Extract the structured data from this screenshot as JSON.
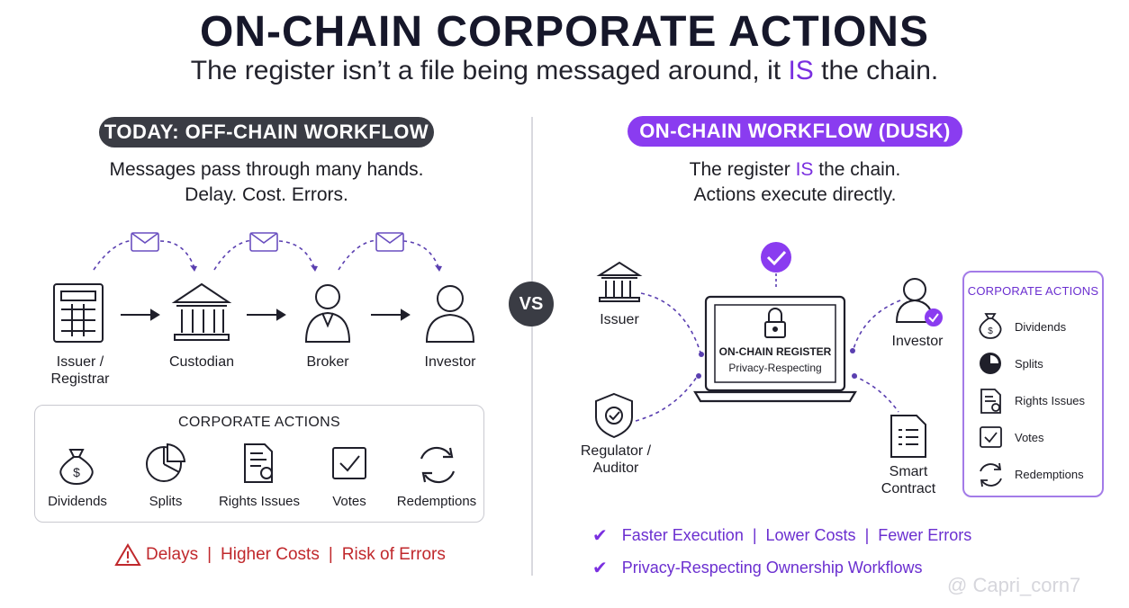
{
  "title": "ON-CHAIN CORPORATE ACTIONS",
  "subtitle": {
    "before": "The register isn’t a file being messaged around, it ",
    "emph": "IS",
    "after": " the chain."
  },
  "left": {
    "pill": "TODAY: OFF-CHAIN WORKFLOW",
    "desc_line1": "Messages pass through many hands.",
    "desc_line2": "Delay. Cost. Errors.",
    "nodes": {
      "issuer_line1": "Issuer /",
      "issuer_line2": "Registrar",
      "custodian": "Custodian",
      "broker": "Broker",
      "investor": "Investor"
    },
    "actions_title": "CORPORATE ACTIONS",
    "actions": [
      "Dividends",
      "Splits",
      "Rights Issues",
      "Votes",
      "Redemptions"
    ],
    "risks": [
      "Delays",
      "Higher Costs",
      "Risk of Errors"
    ],
    "risk_sep": "|"
  },
  "vs": "VS",
  "right": {
    "pill": "ON-CHAIN WORKFLOW (DUSK)",
    "desc_line1_before": "The register ",
    "desc_line1_emph": "IS",
    "desc_line1_after": " the chain.",
    "desc_line2": "Actions execute directly.",
    "register_title": "ON-CHAIN REGISTER",
    "register_sub": "Privacy-Respecting",
    "nodes": {
      "issuer": "Issuer",
      "investor": "Investor",
      "regulator_line1": "Regulator /",
      "regulator_line2": "Auditor",
      "contract_line1": "Smart",
      "contract_line2": "Contract"
    },
    "actions_title": "CORPORATE ACTIONS",
    "actions": [
      "Dividends",
      "Splits",
      "Rights Issues",
      "Votes",
      "Redemptions"
    ],
    "benefits_line1": [
      "Faster Execution",
      "Lower Costs",
      "Fewer Errors"
    ],
    "benefits_line2": "Privacy-Respecting Ownership Workflows",
    "benefit_sep": "|",
    "check": "✔"
  },
  "watermark": "@ Capri_corn7",
  "colors": {
    "purple": "#8a3cf0",
    "dark": "#3a3c44",
    "red": "#c0282c"
  }
}
